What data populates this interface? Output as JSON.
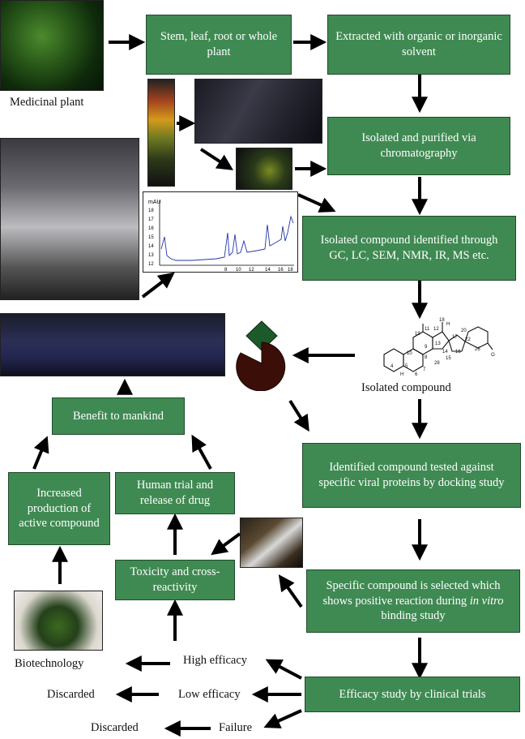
{
  "labels": {
    "medicinal_plant": "Medicinal plant",
    "isolated_compound": "Isolated compound",
    "biotechnology": "Biotechnology",
    "high_efficacy": "High efficacy",
    "low_efficacy": "Low efficacy",
    "failure": "Failure",
    "discarded_1": "Discarded",
    "discarded_2": "Discarded"
  },
  "boxes": {
    "stem_leaf": "Stem, leaf, root or whole plant",
    "extracted": "Extracted with organic or inorganic solvent",
    "isolated_purified": "Isolated and purified via chromatography",
    "identified": "Isolated compound identified through GC, LC, SEM, NMR, IR, MS etc.",
    "tested": "Identified compound tested against specific viral proteins by docking study",
    "selected_pre": "Specific compound is selected which shows positive reaction during ",
    "selected_em": "in vitro",
    "selected_post": " binding study",
    "efficacy": "Efficacy study by clinical trials",
    "toxicity": "Toxicity and cross-reactivity",
    "human_trial": "Human trial and release of drug",
    "increased": "Increased production of active compound",
    "benefit": "Benefit to mankind"
  },
  "structure_numbers": [
    "19",
    "11",
    "12",
    "18",
    "H",
    "17",
    "20",
    "22",
    "26",
    "10",
    "9",
    "13",
    "14",
    "16",
    "8",
    "15",
    "28",
    "5",
    "6",
    "7",
    "4",
    "H",
    "O"
  ],
  "chromatogram": {
    "ylabel": "mAU",
    "yticks": [
      "18",
      "17",
      "16",
      "15",
      "14",
      "13",
      "12"
    ],
    "xticks": [
      "8",
      "10",
      "12",
      "14",
      "16",
      "18"
    ]
  },
  "colors": {
    "box_fill": "#3f8a52",
    "box_border": "#1f4a2a",
    "arrow": "#000000"
  }
}
